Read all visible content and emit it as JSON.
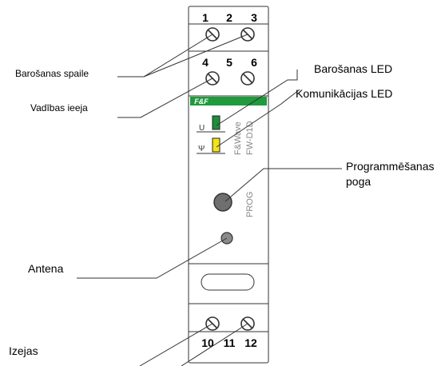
{
  "terminals": {
    "top": [
      "1",
      "2",
      "3"
    ],
    "middle": [
      "4",
      "5",
      "6"
    ],
    "bottom": [
      "10",
      "11",
      "12"
    ]
  },
  "callouts": {
    "power_terminal": "Barošanas spaile",
    "control_input": "Vadības ieeja",
    "power_led": "Barošanas LED",
    "comm_led": "Komunikācijas LED",
    "program_button_line1": "Programmēšanas",
    "program_button_line2": "poga",
    "antenna": "Antena",
    "outputs": "Izejas"
  },
  "device": {
    "brand": "F&F",
    "model_line1": "F&Wave",
    "model_line2": "FW-D1D",
    "led_u_label": "U",
    "led_antenna_label": "Ψ",
    "prog_label": "PROG"
  },
  "colors": {
    "brand_green": "#1f9a3c",
    "led_green": "#1d8f3a",
    "led_yellow": "#f2e416",
    "button_gray": "#6f6f6f",
    "antenna_dot": "#8a8a8a"
  }
}
